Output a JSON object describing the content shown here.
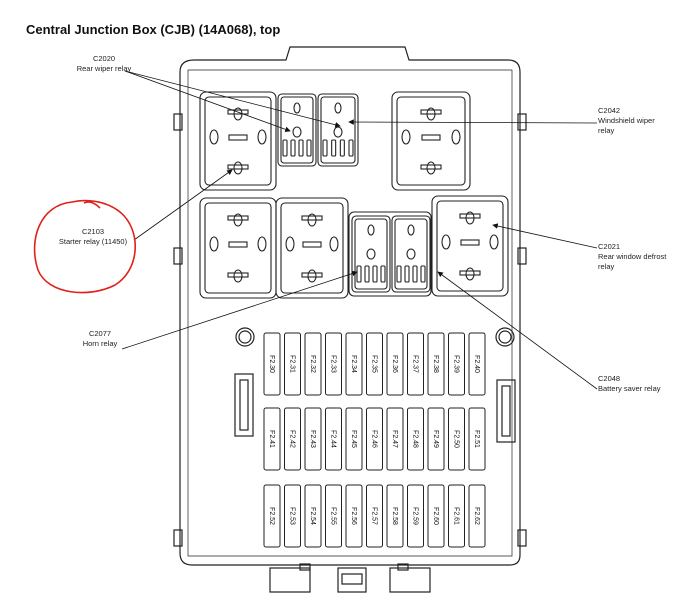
{
  "title": "Central Junction Box (CJB) (14A068), top",
  "callouts": [
    {
      "id": "C2020",
      "name": "Rear wiper relay"
    },
    {
      "id": "C2042",
      "name": "Windshield wiper relay"
    },
    {
      "id": "C2103",
      "name": "Starter relay (11450)"
    },
    {
      "id": "C2021",
      "name": "Rear window defrost relay"
    },
    {
      "id": "C2077",
      "name": "Horn relay"
    },
    {
      "id": "C2048",
      "name": "Battery saver relay"
    }
  ],
  "fuse_rows": [
    [
      "F2.30",
      "F2.31",
      "F2.32",
      "F2.33",
      "F2.34",
      "F2.35",
      "F2.36",
      "F2.37",
      "F2.38",
      "F2.39",
      "F2.40"
    ],
    [
      "F2.41",
      "F2.42",
      "F2.43",
      "F2.44",
      "F2.45",
      "F2.46",
      "F2.47",
      "F2.48",
      "F2.49",
      "F2.50",
      "F2.51"
    ],
    [
      "F2.52",
      "F2.53",
      "F2.54",
      "F2.55",
      "F2.56",
      "F2.57",
      "F2.58",
      "F2.59",
      "F2.60",
      "F2.61",
      "F2.62"
    ]
  ],
  "colors": {
    "outline": "#222222",
    "highlight": "#e0201a"
  }
}
